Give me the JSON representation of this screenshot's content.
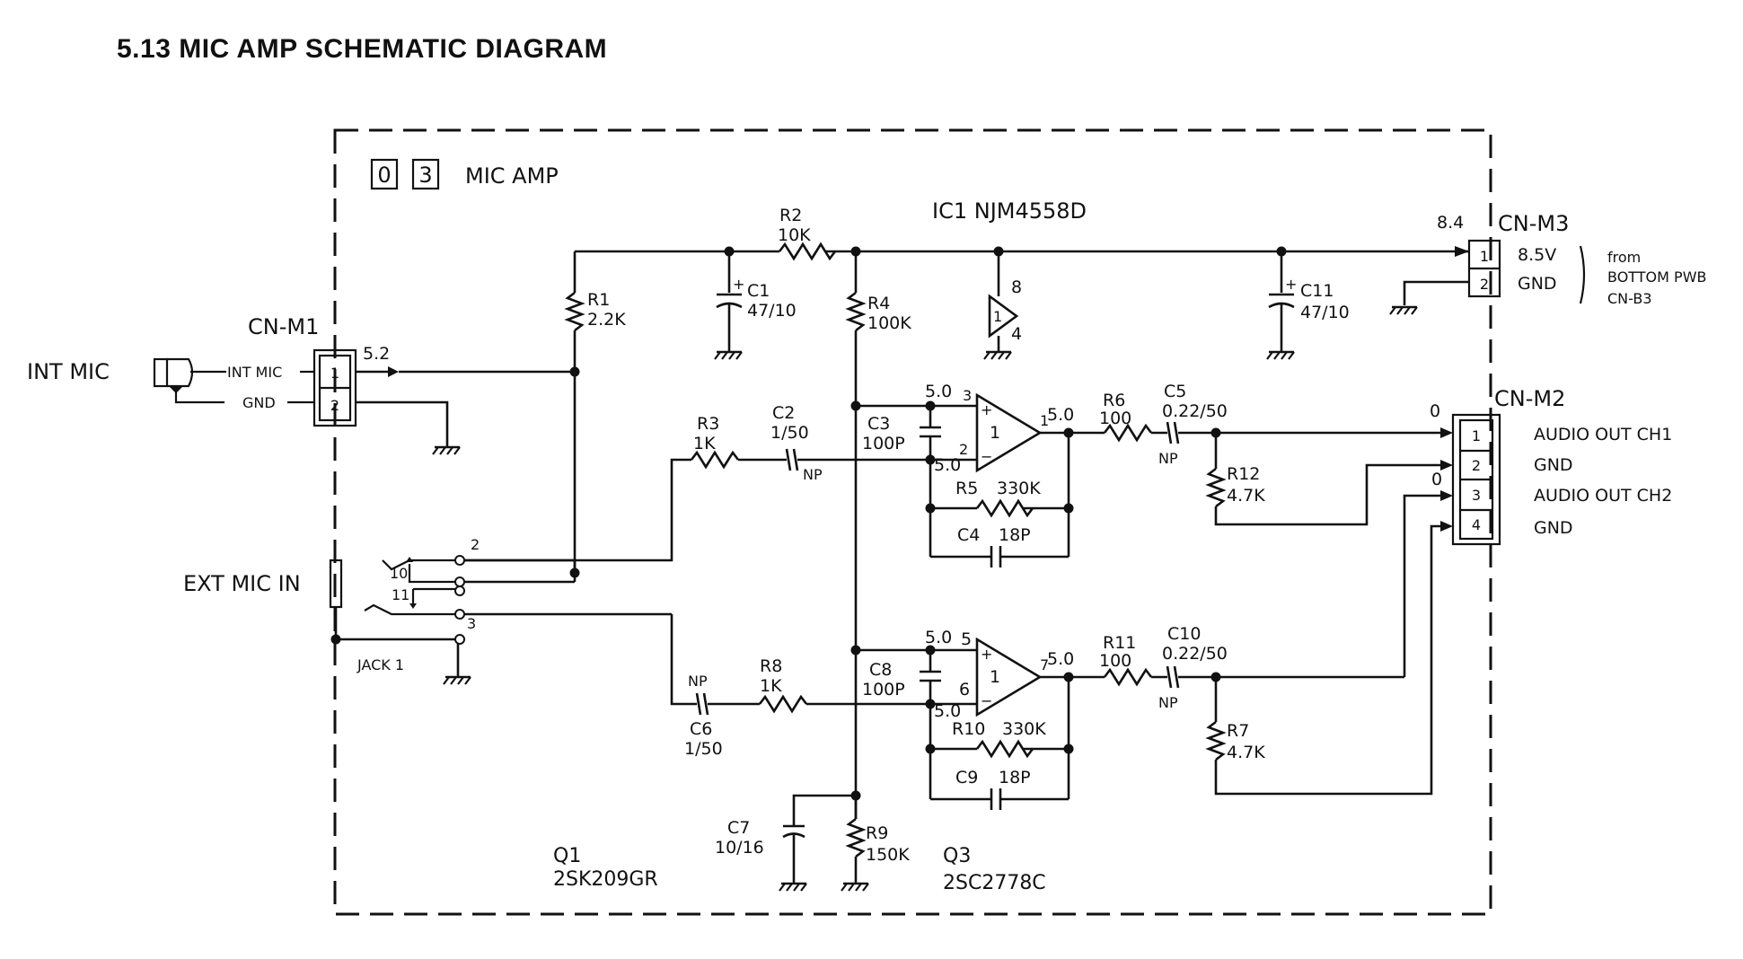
{
  "title": "5.13 MIC AMP SCHEMATIC DIAGRAM",
  "board": {
    "code_digits": [
      "0",
      "3"
    ],
    "name": "MIC AMP"
  },
  "ic": "IC1 NJM4558D",
  "transistors": {
    "q1": {
      "ref": "Q1",
      "part": "2SK209GR"
    },
    "q3": {
      "ref": "Q3",
      "part": "2SC2778C"
    }
  },
  "voltages": {
    "v84": "8.4",
    "v52": "5.2",
    "v50": "5.0",
    "v0": "0"
  },
  "connectors": {
    "cn_m1": {
      "ref": "CN-M1",
      "pins": [
        "1",
        "2"
      ],
      "labels": [
        "INT MIC",
        "GND"
      ]
    },
    "cn_m2": {
      "ref": "CN-M2",
      "pins": [
        "1",
        "2",
        "3",
        "4"
      ],
      "labels": [
        "AUDIO OUT CH1",
        "GND",
        "AUDIO OUT CH2",
        "GND"
      ]
    },
    "cn_m3": {
      "ref": "CN-M3",
      "pins": [
        "1",
        "2"
      ],
      "labels": [
        "8.5V",
        "GND"
      ],
      "from": [
        "from",
        "BOTTOM PWB",
        "CN-B3"
      ]
    }
  },
  "external": {
    "int_mic": "INT MIC",
    "ext_mic_in": "EXT MIC IN",
    "jack": "JACK 1",
    "jack_pins": [
      "2",
      "10",
      "11",
      "3"
    ]
  },
  "resistors": {
    "r1": [
      "R1",
      "2.2K"
    ],
    "r2": [
      "R2",
      "10K"
    ],
    "r3": [
      "R3",
      "1K"
    ],
    "r4": [
      "R4",
      "100K"
    ],
    "r5": [
      "R5",
      "330K"
    ],
    "r6": [
      "R6",
      "100"
    ],
    "r7": [
      "R7",
      "4.7K"
    ],
    "r8": [
      "R8",
      "1K"
    ],
    "r9": [
      "R9",
      "150K"
    ],
    "r10": [
      "R10",
      "330K"
    ],
    "r11": [
      "R11",
      "100"
    ],
    "r12": [
      "R12",
      "4.7K"
    ]
  },
  "capacitors": {
    "c1": [
      "C1",
      "47/10"
    ],
    "c2": [
      "C2",
      "1/50"
    ],
    "c3": [
      "C3",
      "100P"
    ],
    "c4": [
      "C4",
      "18P"
    ],
    "c5": [
      "C5",
      "0.22/50"
    ],
    "c6": [
      "C6",
      "1/50"
    ],
    "c7": [
      "C7",
      "10/16"
    ],
    "c8": [
      "C8",
      "100P"
    ],
    "c9": [
      "C9",
      "18P"
    ],
    "c10": [
      "C10",
      "0.22/50"
    ],
    "c11": [
      "C11",
      "47/10"
    ]
  },
  "np": "NP",
  "plus": "+",
  "minus": "−",
  "opamp": {
    "unit": "1",
    "pins_a": [
      "3",
      "2",
      "1"
    ],
    "pins_b": [
      "5",
      "6",
      "7"
    ],
    "power_pins": [
      "8",
      "4"
    ]
  }
}
